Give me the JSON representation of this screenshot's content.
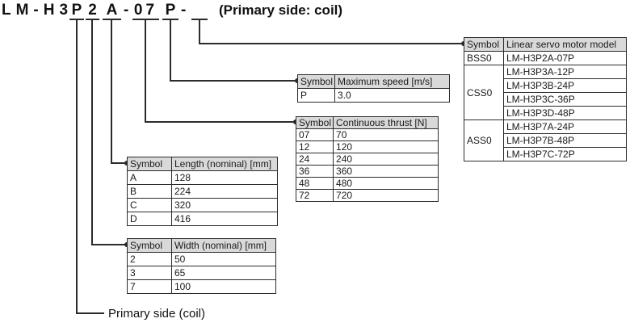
{
  "title": {
    "code_segments": [
      {
        "text": "LM-H3",
        "underline": false
      },
      {
        "text": "P",
        "underline": true
      },
      {
        "text": "2",
        "underline": true
      },
      {
        "text": "A",
        "underline": true
      },
      {
        "text": "-",
        "underline": false
      },
      {
        "text": "07",
        "underline": true
      },
      {
        "text": "P",
        "underline": true
      },
      {
        "text": "-",
        "underline": false
      },
      {
        "text": "",
        "underline": true
      }
    ],
    "note": "(Primary side: coil)"
  },
  "footer_label": "Primary side (coil)",
  "tables": {
    "model": {
      "headers": [
        "Symbol",
        "Linear servo motor model"
      ],
      "groups": [
        {
          "symbol": "BSS0",
          "models": [
            "LM-H3P2A-07P"
          ]
        },
        {
          "symbol": "CSS0",
          "models": [
            "LM-H3P3A-12P",
            "LM-H3P3B-24P",
            "LM-H3P3C-36P",
            "LM-H3P3D-48P"
          ]
        },
        {
          "symbol": "ASS0",
          "models": [
            "LM-H3P7A-24P",
            "LM-H3P7B-48P",
            "LM-H3P7C-72P"
          ]
        }
      ]
    },
    "speed": {
      "headers": [
        "Symbol",
        "Maximum speed [m/s]"
      ],
      "rows": [
        [
          "P",
          "3.0"
        ]
      ]
    },
    "thrust": {
      "headers": [
        "Symbol",
        "Continuous thrust [N]"
      ],
      "rows": [
        [
          "07",
          "70"
        ],
        [
          "12",
          "120"
        ],
        [
          "24",
          "240"
        ],
        [
          "36",
          "360"
        ],
        [
          "48",
          "480"
        ],
        [
          "72",
          "720"
        ]
      ]
    },
    "length": {
      "headers": [
        "Symbol",
        "Length (nominal) [mm]"
      ],
      "rows": [
        [
          "A",
          "128"
        ],
        [
          "B",
          "224"
        ],
        [
          "C",
          "320"
        ],
        [
          "D",
          "416"
        ]
      ]
    },
    "width": {
      "headers": [
        "Symbol",
        "Width (nominal) [mm]"
      ],
      "rows": [
        [
          "2",
          "50"
        ],
        [
          "3",
          "65"
        ],
        [
          "7",
          "100"
        ]
      ]
    }
  },
  "colors": {
    "header_bg": "#d9d9d9",
    "border": "#2b2b2b",
    "text": "#1a1a1a",
    "line": "#2b2b2b",
    "background": "#ffffff"
  }
}
